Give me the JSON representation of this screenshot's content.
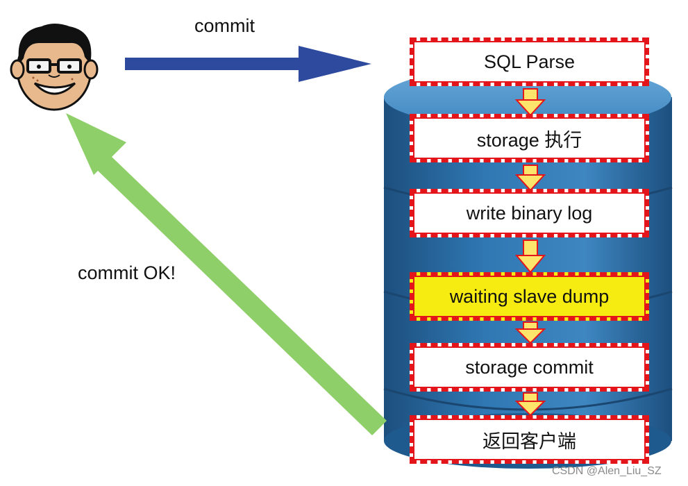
{
  "arrows": {
    "request_label": "commit",
    "response_label": "commit OK!"
  },
  "steps": [
    {
      "label": "SQL Parse",
      "highlighted": false
    },
    {
      "label": "storage 执行",
      "highlighted": false
    },
    {
      "label": "write binary log",
      "highlighted": false
    },
    {
      "label": "waiting slave dump",
      "highlighted": true
    },
    {
      "label": "storage commit",
      "highlighted": false
    },
    {
      "label": "返回客户端",
      "highlighted": false
    }
  ],
  "watermark": "CSDN @Alen_Liu_SZ",
  "colors": {
    "request_arrow": "#2e4a9e",
    "response_arrow": "#8fcf6a",
    "step_border": "#e4141b",
    "highlight_fill": "#f6ec12",
    "flow_arrow": "#fde46a",
    "database": "#2b6ea5"
  },
  "icons": {
    "user": "cartoon-user-with-glasses-icon",
    "database": "database-cylinder-icon"
  }
}
